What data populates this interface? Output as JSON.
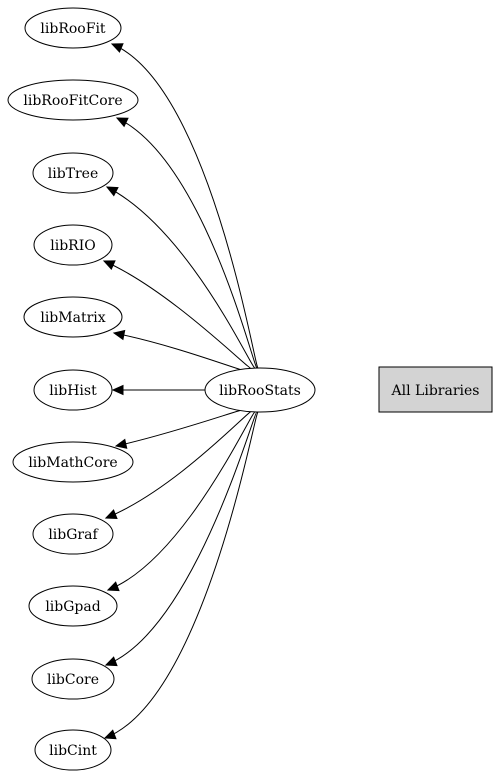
{
  "graph": {
    "center": {
      "id": "libRooStats",
      "label": "libRooStats"
    },
    "dependencies": [
      {
        "id": "libRooFit",
        "label": "libRooFit"
      },
      {
        "id": "libRooFitCore",
        "label": "libRooFitCore"
      },
      {
        "id": "libTree",
        "label": "libTree"
      },
      {
        "id": "libRIO",
        "label": "libRIO"
      },
      {
        "id": "libMatrix",
        "label": "libMatrix"
      },
      {
        "id": "libHist",
        "label": "libHist"
      },
      {
        "id": "libMathCore",
        "label": "libMathCore"
      },
      {
        "id": "libGraf",
        "label": "libGraf"
      },
      {
        "id": "libGpad",
        "label": "libGpad"
      },
      {
        "id": "libCore",
        "label": "libCore"
      },
      {
        "id": "libCint",
        "label": "libCint"
      }
    ],
    "all_libraries": {
      "label": "All Libraries",
      "fill": "#d3d3d3"
    }
  }
}
